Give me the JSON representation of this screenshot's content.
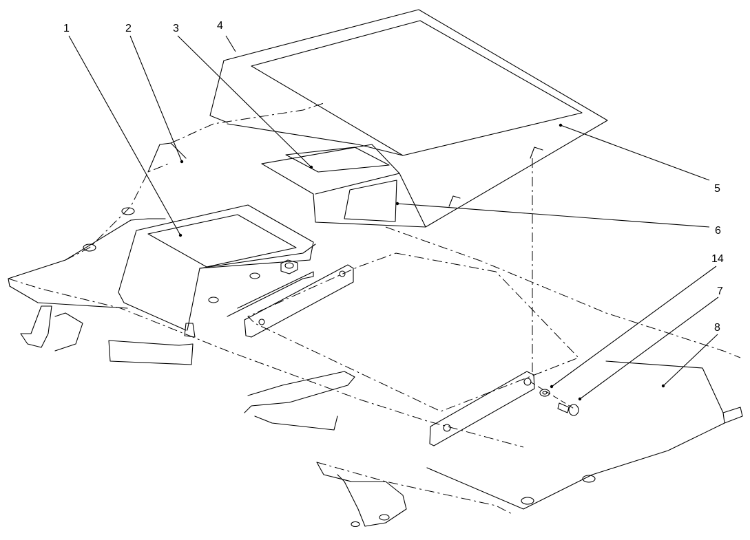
{
  "callouts": [
    {
      "id": "1",
      "label": "1"
    },
    {
      "id": "2",
      "label": "2"
    },
    {
      "id": "3",
      "label": "3"
    },
    {
      "id": "4",
      "label": "4"
    },
    {
      "id": "5",
      "label": "5"
    },
    {
      "id": "6",
      "label": "6"
    },
    {
      "id": "14",
      "label": "14"
    },
    {
      "id": "7",
      "label": "7"
    },
    {
      "id": "8",
      "label": "8"
    }
  ]
}
